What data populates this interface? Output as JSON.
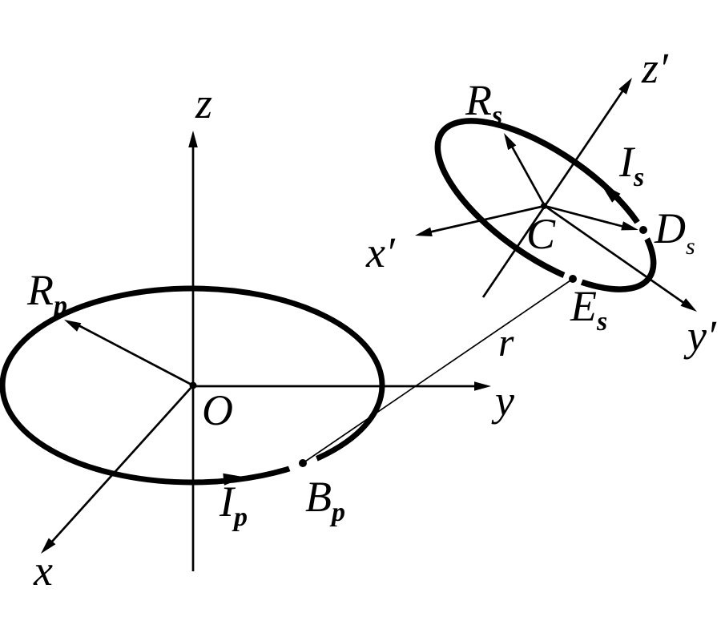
{
  "canvas": {
    "background_color": "#ffffff",
    "ink_color": "#000000"
  },
  "primary_loop": {
    "axes": {
      "x": "x",
      "y": "y",
      "z": "z"
    },
    "origin": "O",
    "radius": {
      "base": "R",
      "sub": "p"
    },
    "current": {
      "base": "I",
      "sub": "p"
    },
    "source_point": {
      "base": "B",
      "sub": "p"
    }
  },
  "secondary_loop": {
    "axes": {
      "x": "x′",
      "y": "y′",
      "z": "z′"
    },
    "center": "C",
    "radius": {
      "base": "R",
      "sub": "s"
    },
    "current": {
      "base": "I",
      "sub": "s"
    },
    "point_d": {
      "base": "D",
      "sub": "s"
    },
    "point_e": {
      "base": "E",
      "sub": "s"
    }
  },
  "distance": {
    "label": "r"
  }
}
